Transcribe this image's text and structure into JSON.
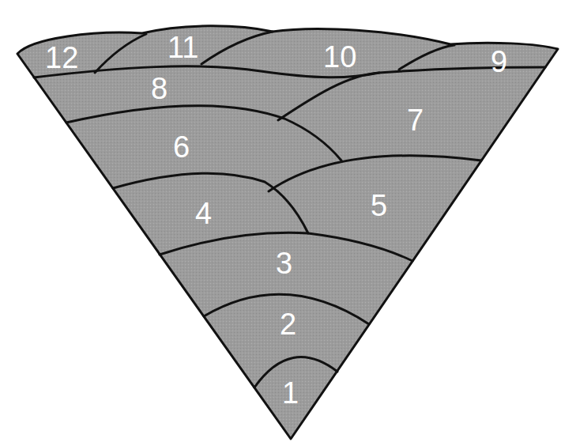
{
  "diagram": {
    "nodes": [
      {
        "text": [
          "1"
        ]
      },
      {
        "text": [
          "2"
        ]
      },
      {
        "text": [
          "3"
        ]
      },
      {
        "text": [
          "4"
        ]
      },
      {
        "text": [
          "5"
        ]
      },
      {
        "text": [
          "6"
        ]
      },
      {
        "text": [
          "7"
        ]
      },
      {
        "text": [
          "8"
        ]
      },
      {
        "text": [
          "9"
        ]
      },
      {
        "text": [
          "10"
        ]
      },
      {
        "text": [
          "11"
        ]
      },
      {
        "text": [
          "12"
        ]
      }
    ]
  }
}
